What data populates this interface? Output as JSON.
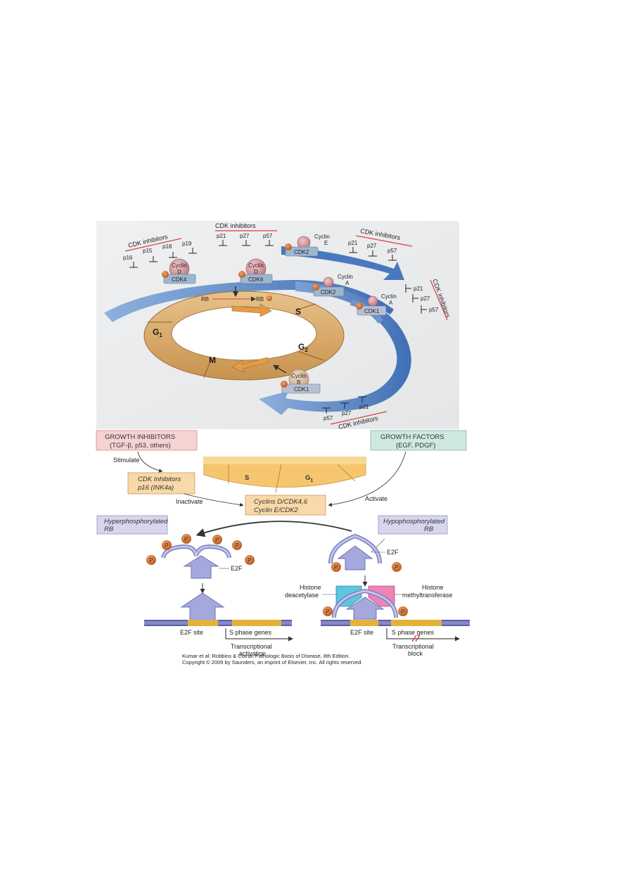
{
  "cycle": {
    "inhib_left": {
      "title": "CDK inhibitors",
      "items": [
        "p16",
        "p15",
        "p18",
        "p19"
      ]
    },
    "inhib_top": {
      "title": "CDK inhibitors",
      "items": [
        "p21",
        "p27",
        "p57"
      ]
    },
    "inhib_right_top": {
      "title": "CDK inhibitors",
      "items": [
        "p21",
        "p27",
        "p57"
      ]
    },
    "inhib_right": {
      "title": "CDK inhibitors",
      "items": [
        "p21",
        "p27",
        "p57"
      ]
    },
    "inhib_bottom": {
      "title": "CDK inhibitors",
      "items": [
        "p57",
        "p27",
        "p21"
      ]
    },
    "complex_cd_cdk4": {
      "cyclin": "Cyclin",
      "letter": "D",
      "cdk": "CDK4"
    },
    "complex_cd_cdk6": {
      "cyclin": "Cyclin",
      "letter": "D",
      "cdk": "CDK6"
    },
    "complex_ce_cdk2": {
      "cyclin": "Cyclin",
      "letter": "E",
      "cdk": "CDK2"
    },
    "complex_ca_cdk2": {
      "cyclin": "Cyclin",
      "letter": "A",
      "cdk": "CDK2"
    },
    "complex_ca_cdk1": {
      "cyclin": "Cyclin",
      "letter": "A",
      "cdk": "CDK1"
    },
    "complex_cb_cdk1": {
      "cyclin": "Cyclin",
      "letter": "B",
      "cdk": "CDK1"
    },
    "rb_left": "RB",
    "rb_right": "RB",
    "phases": {
      "g1": "G",
      "g1_sub": "1",
      "s": "S",
      "g2": "G",
      "g2_sub": "2",
      "m": "M"
    }
  },
  "pathway": {
    "growth_inhibitors": {
      "line1": "GROWTH INHIBITORS",
      "line2": "(TGF-β, p53, others)"
    },
    "growth_factors": {
      "line1": "GROWTH FACTORS",
      "line2": "(EGF, PDGF)"
    },
    "stimulate": "Stimulate",
    "inactivate": "Inactivate",
    "activate": "Activate",
    "cdk_inhibitors": {
      "line1": "CDK Inhibitors",
      "line2": "p16 (INK4a)"
    },
    "cyclins": {
      "line1": "Cyclins D/CDK4,6",
      "line2": "Cyclin E/CDK2"
    },
    "band_s": "S",
    "band_g1": "G",
    "band_g1_sub": "1",
    "hyper": {
      "line1": "Hyperphosphorylated",
      "line2": "RB"
    },
    "hypo": {
      "line1": "Hypophosphorylated",
      "line2": "RB"
    },
    "e2f_left": "E2F",
    "e2f_right": "E2F",
    "p_mark": "P",
    "histone_deacetylase": {
      "line1": "Histone",
      "line2": "deacetylase"
    },
    "histone_methyltransferase": {
      "line1": "Histone",
      "line2": "methyltransferase"
    },
    "e2f_site_left": "E2F site",
    "s_phase_left": "S phase genes",
    "e2f_site_right": "E2F site",
    "s_phase_right": "S phase genes",
    "trans_activation": {
      "line1": "Transcriptional",
      "line2": "activation"
    },
    "trans_block": {
      "line1": "Transcriptional",
      "line2": "block"
    }
  },
  "credit": {
    "line1": "Kumar et al: Robbins & Cotran Pathologic Basis of Disease, 8th Edition.",
    "line2": "Copyright © 2009 by Saunders, an imprint of Elsevier, Inc. All rights reserved."
  },
  "colors": {
    "arrow_blue": "#5b86c4",
    "ring_tan": "#d9ac6a",
    "cyclin_pink": "#c98891",
    "cdk_blue": "#9fb6cf",
    "phosphate": "#d0702d",
    "inhib_red": "#d9413a",
    "gi_box": "#f6d2d2",
    "gf_box": "#cfe8e2",
    "tan_box": "#f9d8a9",
    "lav_box": "#d7d6ee",
    "hda_cyan": "#5cc5e0",
    "hmt_pink": "#ee83b5"
  }
}
